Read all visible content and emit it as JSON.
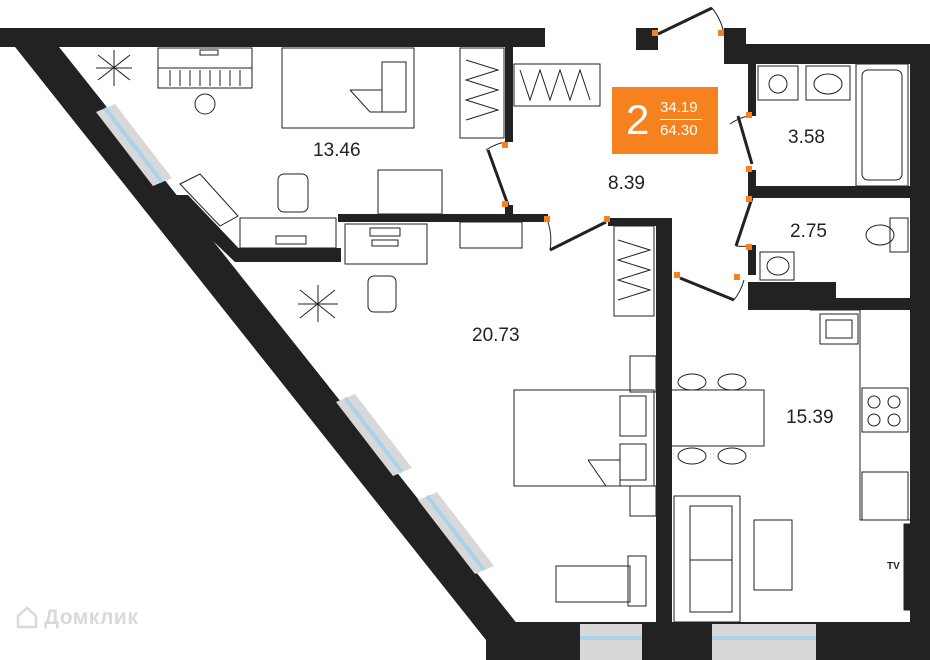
{
  "badge": {
    "rooms": "2",
    "living_area": "34.19",
    "total_area": "64.30",
    "color": "#f5821f"
  },
  "rooms": [
    {
      "name": "bedroom-area",
      "label": "13.46"
    },
    {
      "name": "hallway-area",
      "label": "8.39"
    },
    {
      "name": "bathroom-area",
      "label": "3.58"
    },
    {
      "name": "toilet-area",
      "label": "2.75"
    },
    {
      "name": "living-room-area",
      "label": "20.73"
    },
    {
      "name": "kitchen-area",
      "label": "15.39"
    }
  ],
  "tv_label": "TV",
  "watermark": "Домклик",
  "colors": {
    "wall": "#222222",
    "window_frame": "#d8d8d8",
    "window_glass": "#a9d3ea",
    "door_marker": "#f5821f"
  }
}
